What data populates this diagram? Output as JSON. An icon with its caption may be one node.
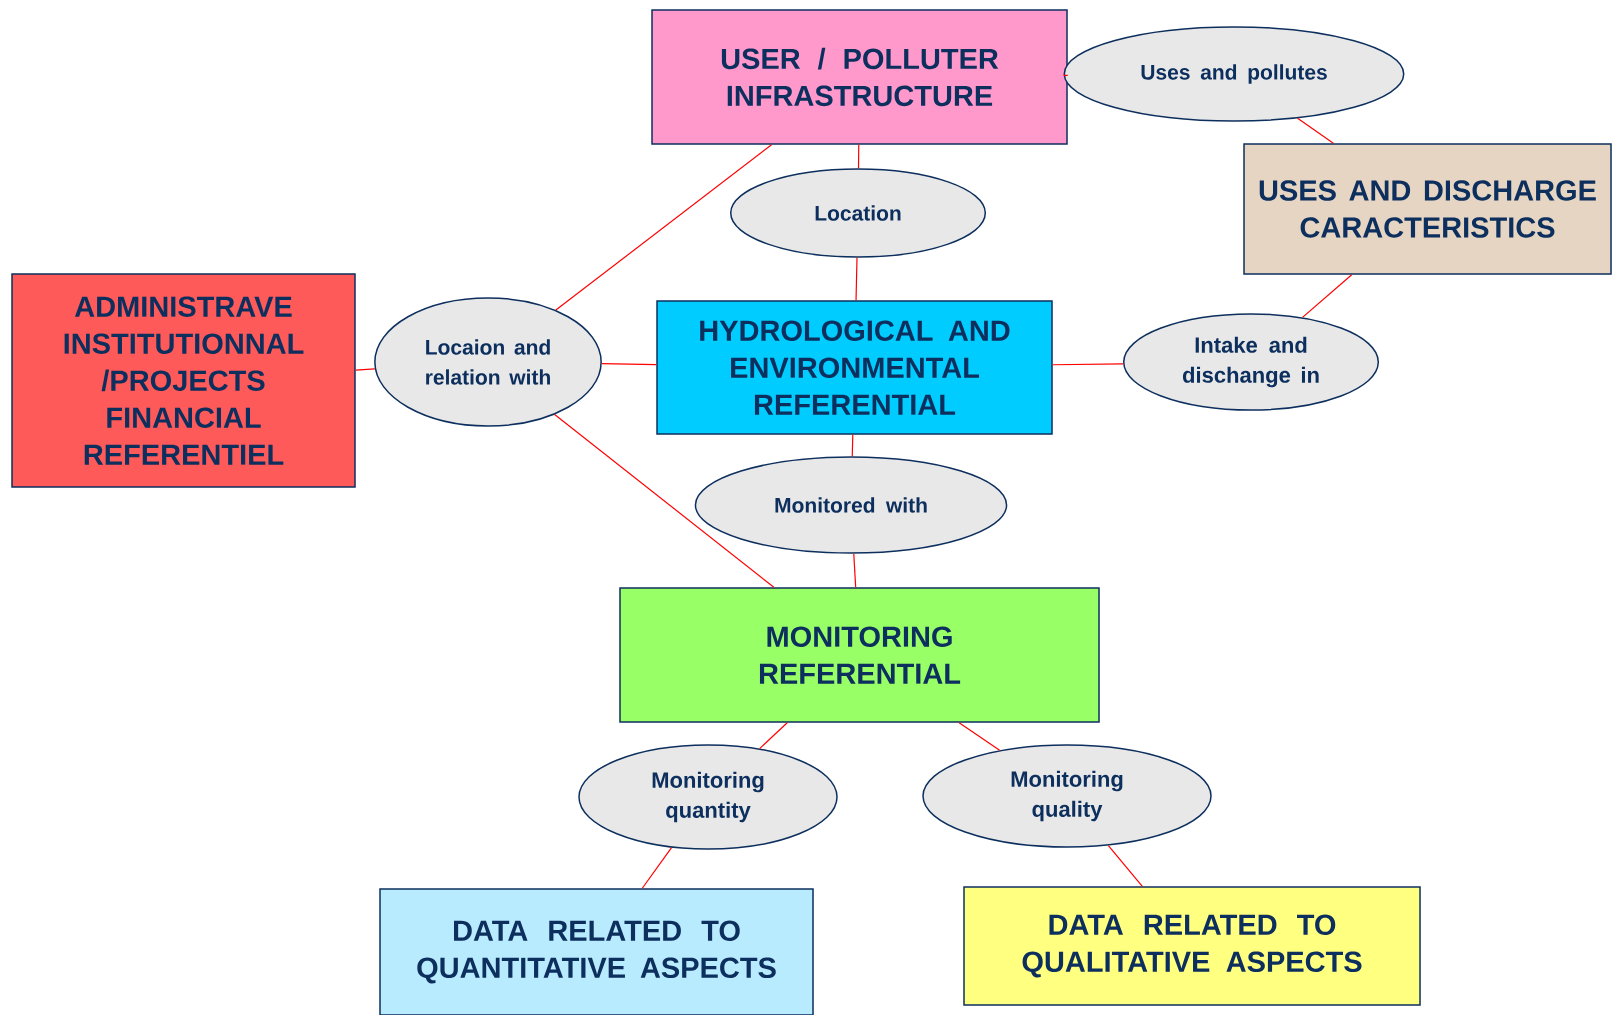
{
  "diagram": {
    "nodes": [
      {
        "text": [
          "USER / POLLUTER INFRASTRUCTURE"
        ]
      },
      {
        "text": [
          "Uses and pollutes"
        ]
      },
      {
        "text": [
          "USES AND DISCHARGE CARACTERISTICS"
        ]
      },
      {
        "text": [
          "Location"
        ]
      },
      {
        "text": [
          "ADMINISTRAVE INSTITUTIONNAL /PROJECTS FINANCIAL REFERENTIEL"
        ]
      },
      {
        "text": [
          "Locaion and relation with"
        ]
      },
      {
        "text": [
          "HYDROLOGICAL AND ENVIRONMENTAL REFERENTIAL"
        ]
      },
      {
        "text": [
          "Intake and dischange in"
        ]
      },
      {
        "text": [
          "Monitored with"
        ]
      },
      {
        "text": [
          "MONITORING REFERENTIAL"
        ]
      },
      {
        "text": [
          "Monitoring quantity"
        ]
      },
      {
        "text": [
          "Monitoring quality"
        ]
      },
      {
        "text": [
          "DATA RELATED TO QUANTITATIVE ASPECTS"
        ]
      },
      {
        "text": [
          "DATA RELATED TO QUALITATIVE ASPECTS"
        ]
      }
    ],
    "edges": [
      {
        "from": 0,
        "to": 1,
        "arrow": "none"
      },
      {
        "from": 1,
        "to": 2,
        "arrow": "none"
      },
      {
        "from": 0,
        "to": 3,
        "arrow": "none"
      },
      {
        "from": 3,
        "to": 6,
        "arrow": "none"
      },
      {
        "from": 4,
        "to": 5,
        "arrow": "none"
      },
      {
        "from": 5,
        "to": 0,
        "arrow": "none"
      },
      {
        "from": 5,
        "to": 6,
        "arrow": "none"
      },
      {
        "from": 5,
        "to": 9,
        "arrow": "none"
      },
      {
        "from": 6,
        "to": 7,
        "arrow": "none"
      },
      {
        "from": 7,
        "to": 2,
        "arrow": "none"
      },
      {
        "from": 6,
        "to": 8,
        "arrow": "none"
      },
      {
        "from": 8,
        "to": 9,
        "arrow": "none"
      },
      {
        "from": 9,
        "to": 10,
        "arrow": "none"
      },
      {
        "from": 10,
        "to": 12,
        "arrow": "none"
      },
      {
        "from": 9,
        "to": 11,
        "arrow": "none"
      },
      {
        "from": 11,
        "to": 13,
        "arrow": "none"
      }
    ]
  }
}
